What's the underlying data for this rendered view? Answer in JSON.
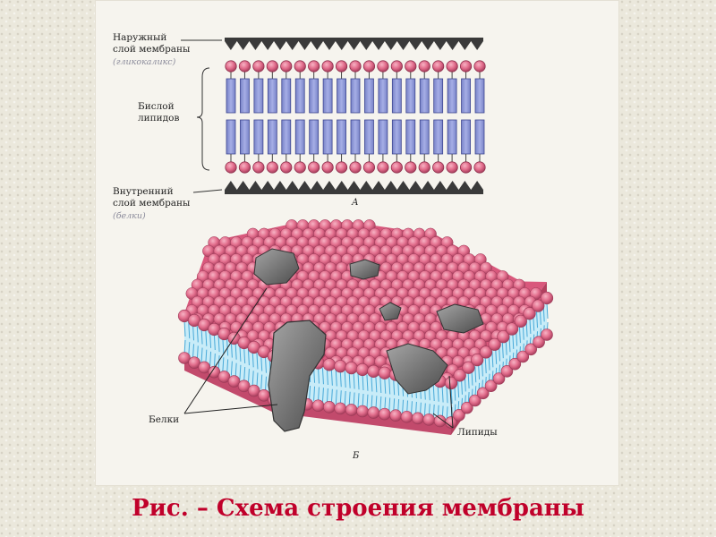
{
  "diagram": {
    "panel_a": {
      "label_outer": [
        "Наружный",
        "слой  мембраны"
      ],
      "note_outer": "(гликокаликс)",
      "label_bilayer": [
        "Бислой",
        "липидов"
      ],
      "label_inner": [
        "Внутренний",
        "слой  мембраны"
      ],
      "note_inner": "(белки)",
      "panel_letter": "А"
    },
    "panel_b": {
      "label_proteins": "Белки",
      "label_lipids": "Липиды",
      "panel_letter": "Б"
    },
    "colors": {
      "lipid_head": "#e8708f",
      "lipid_tail": "#8c96d6",
      "protein": "#7a7a7a",
      "tail_layer": "#bfe6f5",
      "caption": "#c0002a"
    }
  },
  "caption": "Рис. – Схема строения мембраны"
}
